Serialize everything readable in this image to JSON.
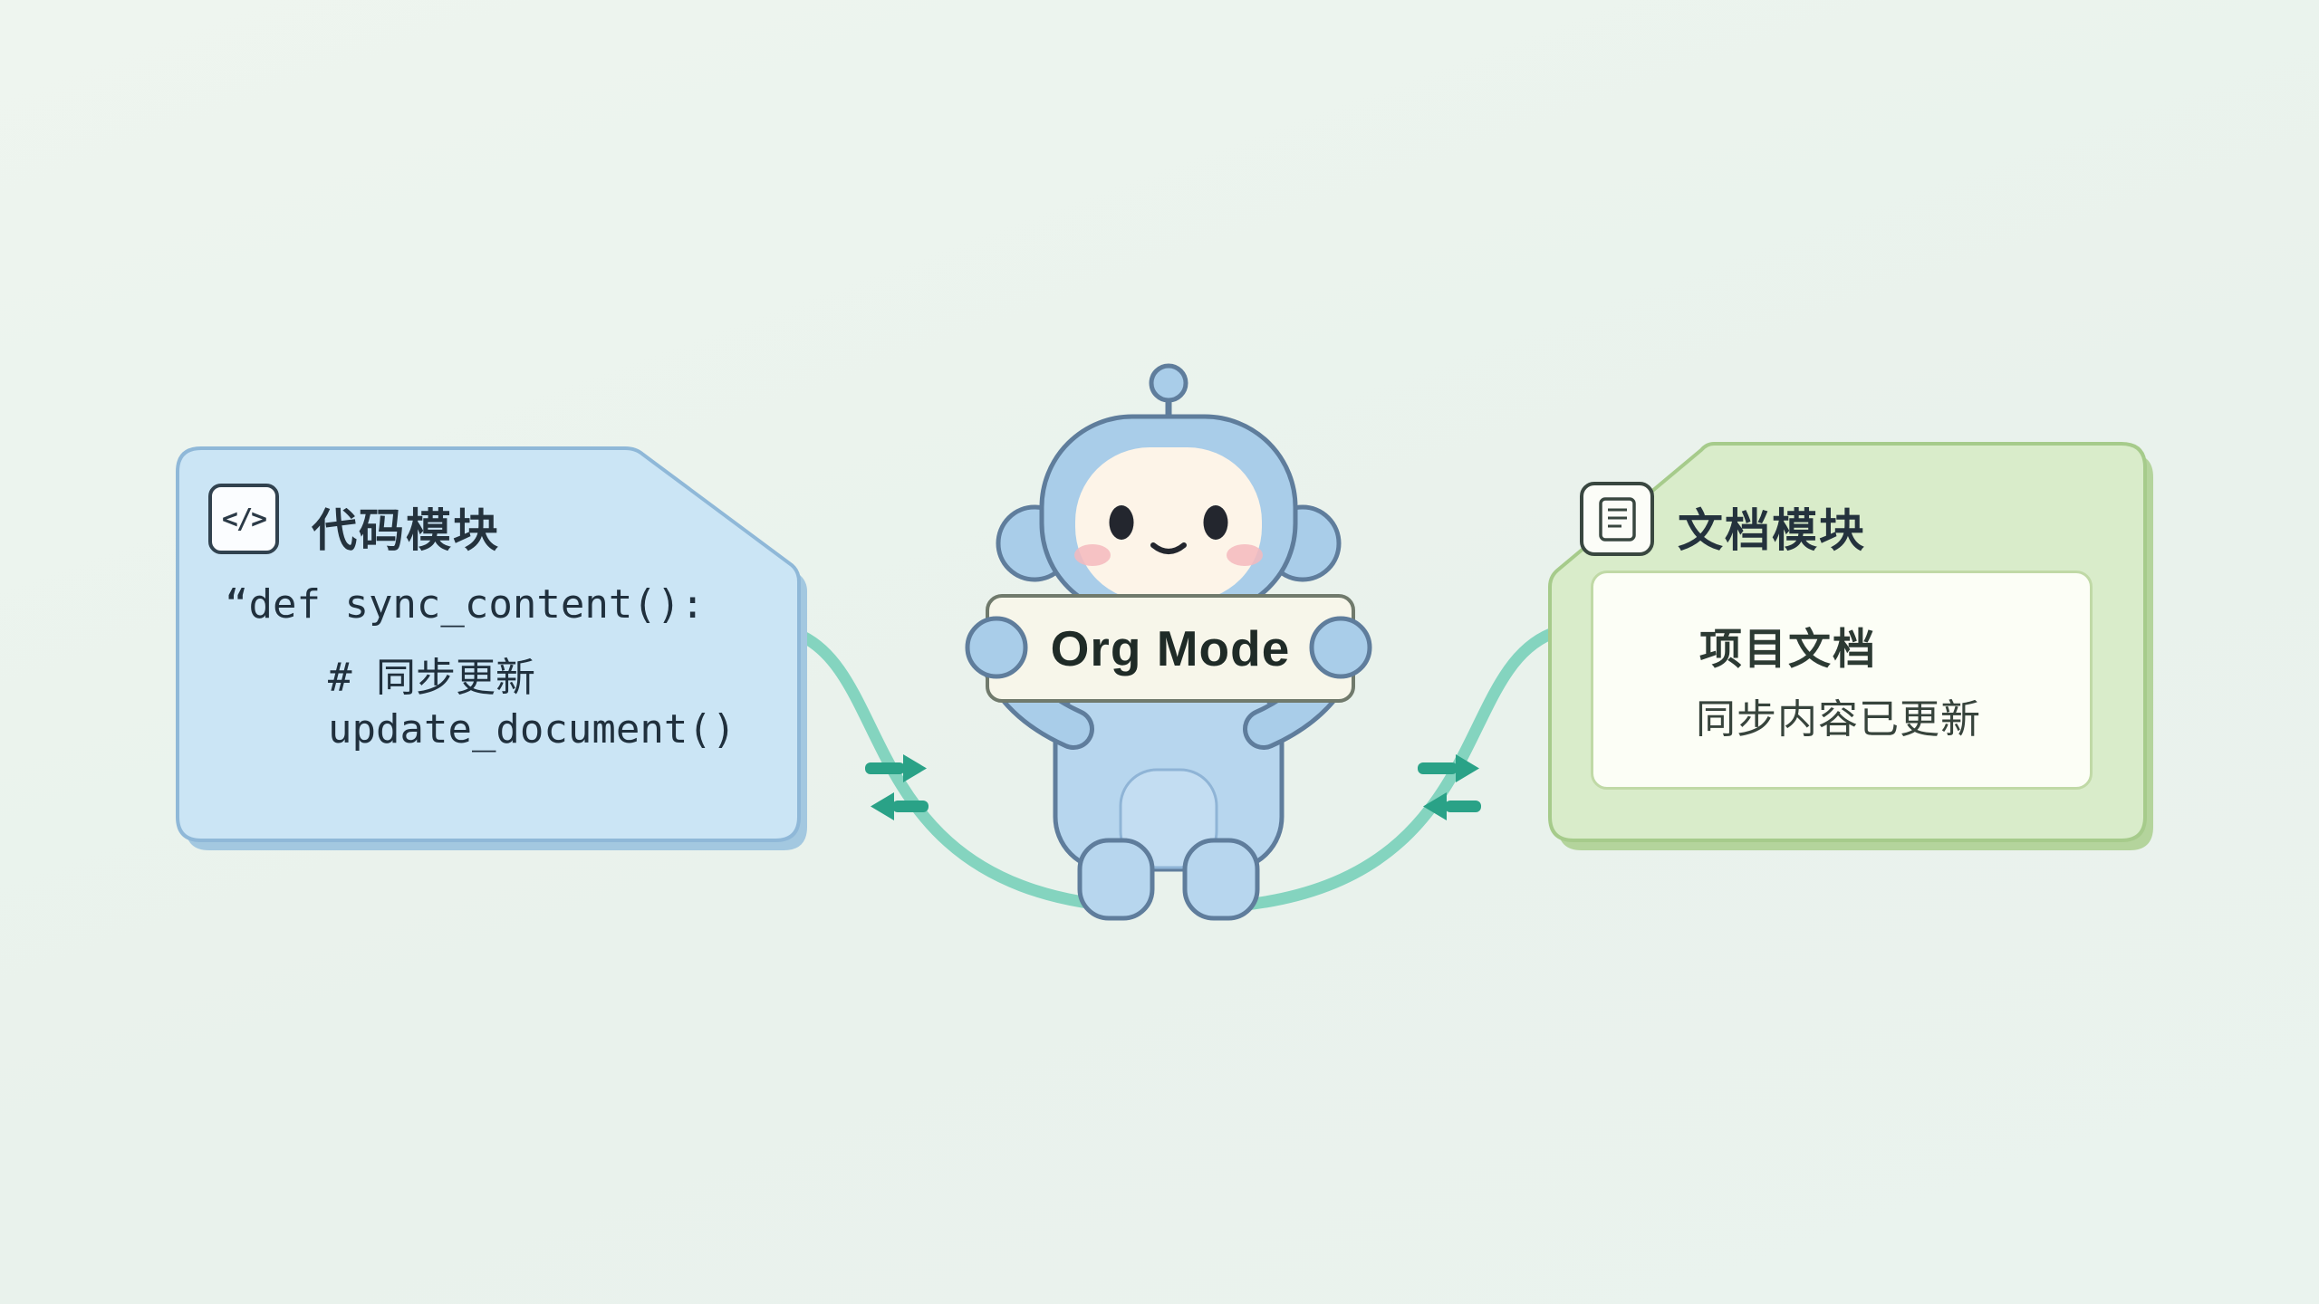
{
  "left_card": {
    "title": "代码模块",
    "icon_glyph": "</>",
    "code_lines": [
      "“def sync_content():",
      "# 同步更新",
      "update_document()"
    ]
  },
  "robot": {
    "sign_label": "Org Mode"
  },
  "right_card": {
    "title": "文档模块",
    "inner": {
      "title": "项目文档",
      "status": "同步内容已更新"
    }
  },
  "colors": {
    "background": "#edf4ee",
    "code_card_fill": "#cbe5f5",
    "code_card_border": "#8fb8d8",
    "doc_card_fill": "#d9ecca",
    "doc_card_border": "#a6cb8b",
    "sync_curve": "#84d4bf",
    "sync_arrow": "#2aa287",
    "robot_blue": "#a9cde9",
    "robot_outline": "#5f7d9c",
    "sign_fill": "#f7f6ea"
  }
}
